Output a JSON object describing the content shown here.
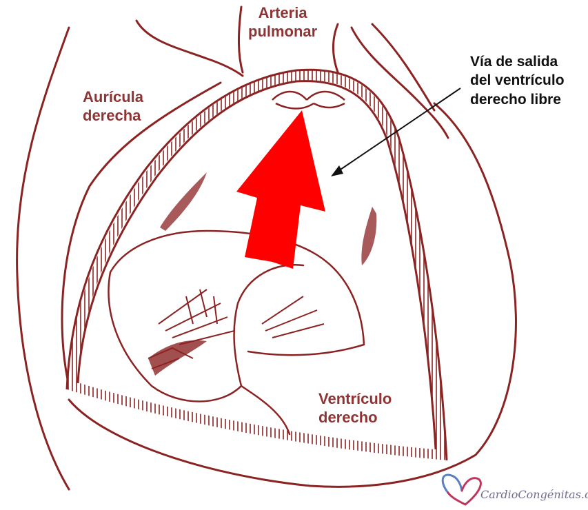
{
  "labels": {
    "arteria_pulmonar": "Arteria\npulmonar",
    "auricula_derecha": "Aurícula\nderecha",
    "via_salida": "Vía de salida\ndel ventrículo\nderecho libre",
    "ventriculo_derecho": "Ventrículo\nderecho"
  },
  "watermark": {
    "text": "CardioCongénitas.com",
    "icon": "heart-outline-icon"
  },
  "colors": {
    "line": "#8b2323",
    "arrow": "#ff0000",
    "label_red": "#8e3434",
    "label_black": "#111111",
    "heart_logo_left": "#5a7fc0",
    "heart_logo_right": "#c0355a"
  }
}
